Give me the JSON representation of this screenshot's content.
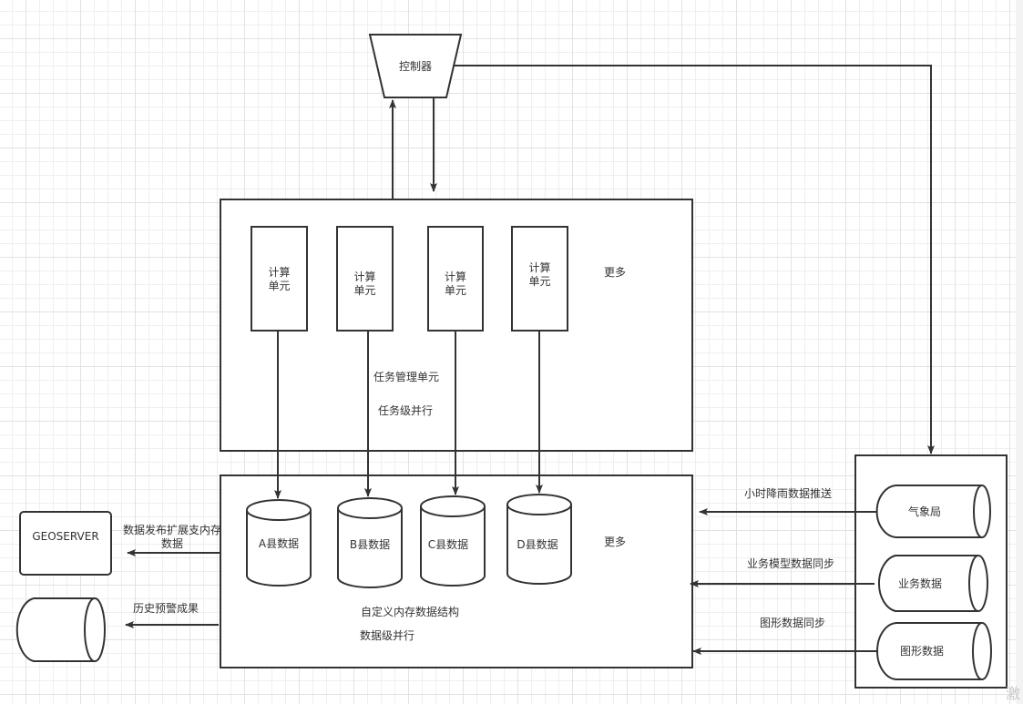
{
  "controller": {
    "label": "控制器"
  },
  "task_unit": {
    "compute_units": [
      {
        "label": "计算\n单元"
      },
      {
        "label": "计算\n单元"
      },
      {
        "label": "计算\n单元"
      },
      {
        "label": "计算\n单元"
      }
    ],
    "more_label": "更多",
    "title": "任务管理单元",
    "subtitle": "任务级并行"
  },
  "data_unit": {
    "cylinders": [
      {
        "label": "A县数据"
      },
      {
        "label": "B县数据"
      },
      {
        "label": "C县数据"
      },
      {
        "label": "D县数据"
      }
    ],
    "more_label": "更多",
    "title": "自定义内存数据结构",
    "subtitle": "数据级并行"
  },
  "outputs": {
    "geoserver": {
      "label": "GEOSERVER",
      "edge_label": "数据发布扩展支内存\n数据"
    },
    "history": {
      "edge_label": "历史预警成果"
    }
  },
  "sources": {
    "items": [
      {
        "label": "气象局",
        "edge_label": "小时降雨数据推送"
      },
      {
        "label": "业务数据",
        "edge_label": "业务模型数据同步"
      },
      {
        "label": "图形数据",
        "edge_label": "图形数据同步"
      }
    ]
  },
  "watermark": "激"
}
